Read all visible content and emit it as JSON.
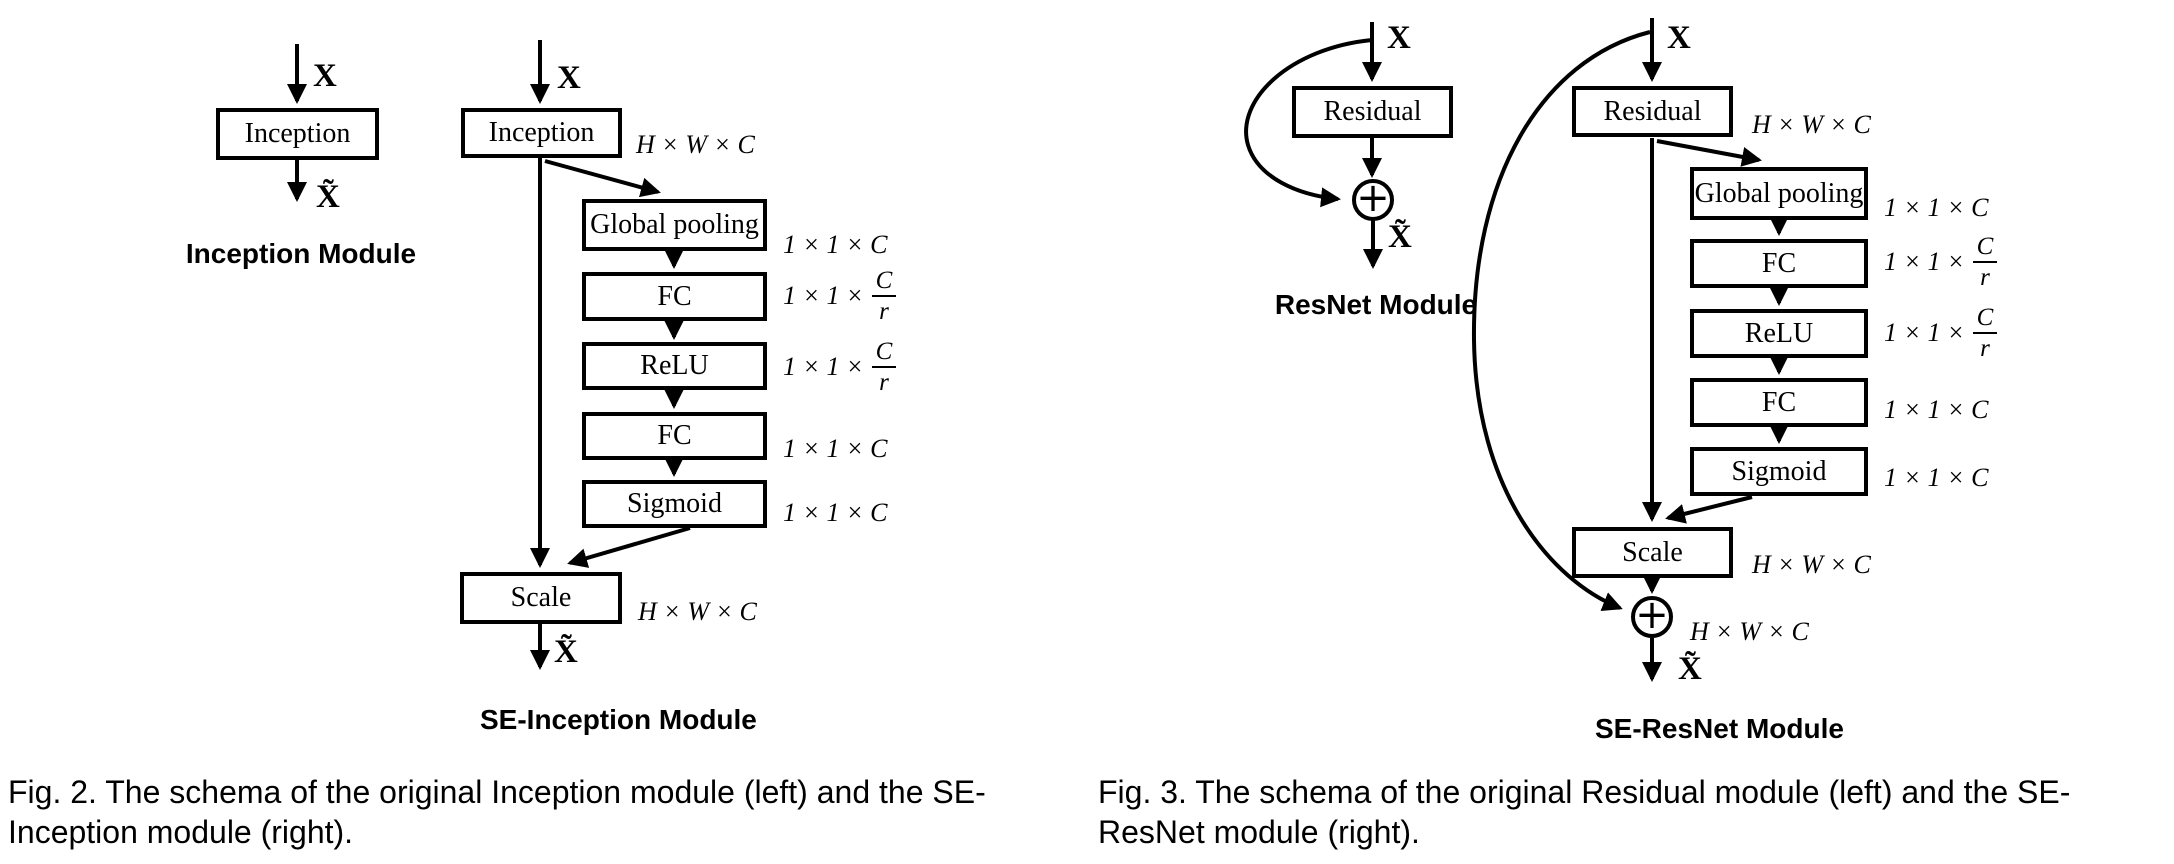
{
  "colors": {
    "ink": "#000000",
    "background": "#ffffff"
  },
  "icons": {
    "add_icon": "+",
    "arrowhead_icon": "▶"
  },
  "fig2": {
    "caption": "Fig. 2. The schema of the original Inception module (left) and the SE-Inception module (right).",
    "plain": {
      "input": "X",
      "block": "Inception",
      "output": "X̃",
      "title": "Inception Module"
    },
    "se": {
      "input": "X",
      "block": "Inception",
      "block_dim": "H × W × C",
      "pool": {
        "label": "Global pooling",
        "dim": "1 × 1 × C"
      },
      "fc1": {
        "label": "FC",
        "dim_prefix": "1 × 1 ×",
        "frac_num": "C",
        "frac_den": "r"
      },
      "relu": {
        "label": "ReLU",
        "dim_prefix": "1 × 1 ×",
        "frac_num": "C",
        "frac_den": "r"
      },
      "fc2": {
        "label": "FC",
        "dim": "1 × 1 × C"
      },
      "sigmoid": {
        "label": "Sigmoid",
        "dim": "1 × 1 × C"
      },
      "scale": {
        "label": "Scale",
        "dim": "H × W × C"
      },
      "output": "X̃",
      "title": "SE-Inception Module"
    }
  },
  "fig3": {
    "caption": "Fig. 3. The schema of the original Residual module (left) and the SE-ResNet module (right).",
    "plain": {
      "input": "X",
      "block": "Residual",
      "plus": "+",
      "output": "X̃",
      "title": "ResNet Module"
    },
    "se": {
      "input": "X",
      "block": "Residual",
      "block_dim": "H × W × C",
      "pool": {
        "label": "Global pooling",
        "dim": "1 × 1 × C"
      },
      "fc1": {
        "label": "FC",
        "dim_prefix": "1 × 1 ×",
        "frac_num": "C",
        "frac_den": "r"
      },
      "relu": {
        "label": "ReLU",
        "dim_prefix": "1 × 1 ×",
        "frac_num": "C",
        "frac_den": "r"
      },
      "fc2": {
        "label": "FC",
        "dim": "1 × 1 × C"
      },
      "sigmoid": {
        "label": "Sigmoid",
        "dim": "1 × 1 × C"
      },
      "scale": {
        "label": "Scale",
        "dim": "H × W × C"
      },
      "plus": "+",
      "plus_dim": "H × W × C",
      "output": "X̃",
      "title": "SE-ResNet Module"
    }
  }
}
